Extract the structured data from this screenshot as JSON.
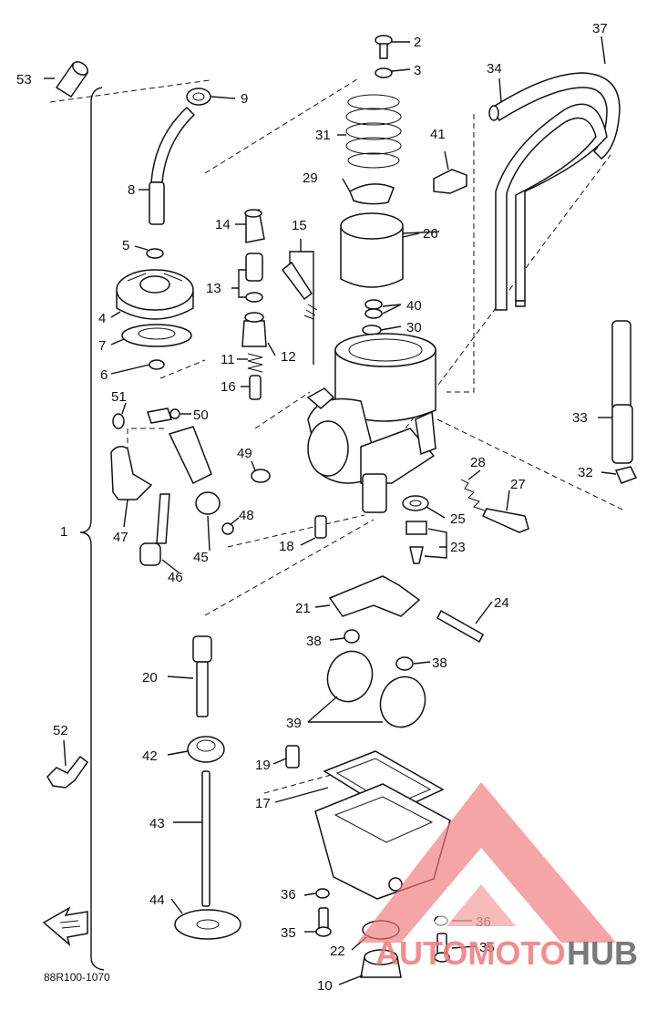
{
  "diagram": {
    "code": "88R100-1070",
    "assembly_label": "1",
    "callouts": [
      "2",
      "3",
      "4",
      "5",
      "6",
      "7",
      "8",
      "9",
      "10",
      "11",
      "12",
      "13",
      "14",
      "15",
      "16",
      "17",
      "18",
      "19",
      "20",
      "21",
      "22",
      "23",
      "24",
      "25",
      "26",
      "27",
      "28",
      "29",
      "30",
      "31",
      "32",
      "33",
      "34",
      "35",
      "36",
      "37",
      "38",
      "39",
      "40",
      "41",
      "42",
      "43",
      "44",
      "45",
      "46",
      "47",
      "48",
      "49",
      "50",
      "51",
      "52",
      "53"
    ],
    "duplicate_callouts": [
      "35",
      "36",
      "38"
    ]
  },
  "watermark": {
    "part1": "AUTOMOTO",
    "part2": "HUB",
    "color_red": "#f07a7a",
    "color_dark": "#6b6b6b"
  },
  "icons": {
    "front_arrow": "fwd-arrow-icon"
  }
}
